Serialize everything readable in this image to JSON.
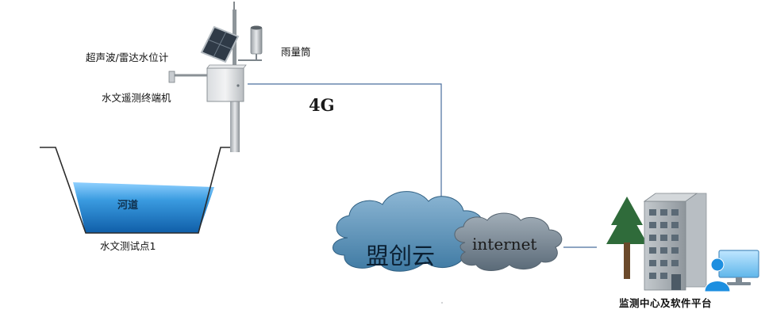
{
  "labels": {
    "level_sensor": "超声波/雷达水位计",
    "rain_gauge": "雨量筒",
    "rtu": "水文遥测终端机",
    "link": "4G",
    "river": "河道",
    "station": "水文测试点1",
    "cloud": "盟创云",
    "internet": "internet",
    "monitor_center": "监测中心及软件平台"
  },
  "colors": {
    "line": "#4a6f9e",
    "water": "#3a9be0",
    "cloud": "#5f8fb0",
    "internet_cloud": "#7a8a96",
    "tree": "#2f6b3a",
    "building": "#9ba3aa",
    "avatar": "#1d8fe0"
  }
}
